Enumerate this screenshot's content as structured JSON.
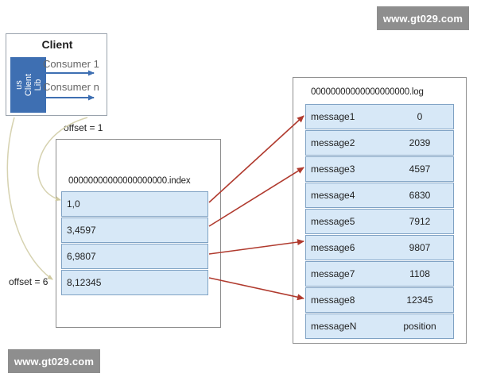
{
  "watermarks": {
    "top": "www.gt029.com",
    "bottom": "www.gt029.com"
  },
  "client": {
    "title": "Client",
    "lib_label": "us\nClient\nLib",
    "consumers": [
      "Consumer 1",
      "Consumer n"
    ]
  },
  "offsets": {
    "first": "offset = 1",
    "second": "offset = 6"
  },
  "index_file": {
    "name": "00000000000000000000.index",
    "entries": [
      "1,0",
      "3,4597",
      "6,9807",
      "8,12345"
    ]
  },
  "log_file": {
    "name": "00000000000000000000.log",
    "rows": [
      {
        "message": "message1",
        "offset": "0"
      },
      {
        "message": "message2",
        "offset": "2039"
      },
      {
        "message": "message3",
        "offset": "4597"
      },
      {
        "message": "message4",
        "offset": "6830"
      },
      {
        "message": "message5",
        "offset": "7912"
      },
      {
        "message": "message6",
        "offset": "9807"
      },
      {
        "message": "message7",
        "offset": "1108"
      },
      {
        "message": "message8",
        "offset": "12345"
      },
      {
        "message": "messageN",
        "offset": "position"
      }
    ]
  },
  "colors": {
    "arrow_red": "#b03a2e",
    "arrow_blue": "#3e6fb2",
    "curve": "#d6d2b0",
    "cell_fill": "#d7e8f7",
    "lib_blue": "#3e6fb2",
    "watermark_bg": "#8e8e8e"
  }
}
